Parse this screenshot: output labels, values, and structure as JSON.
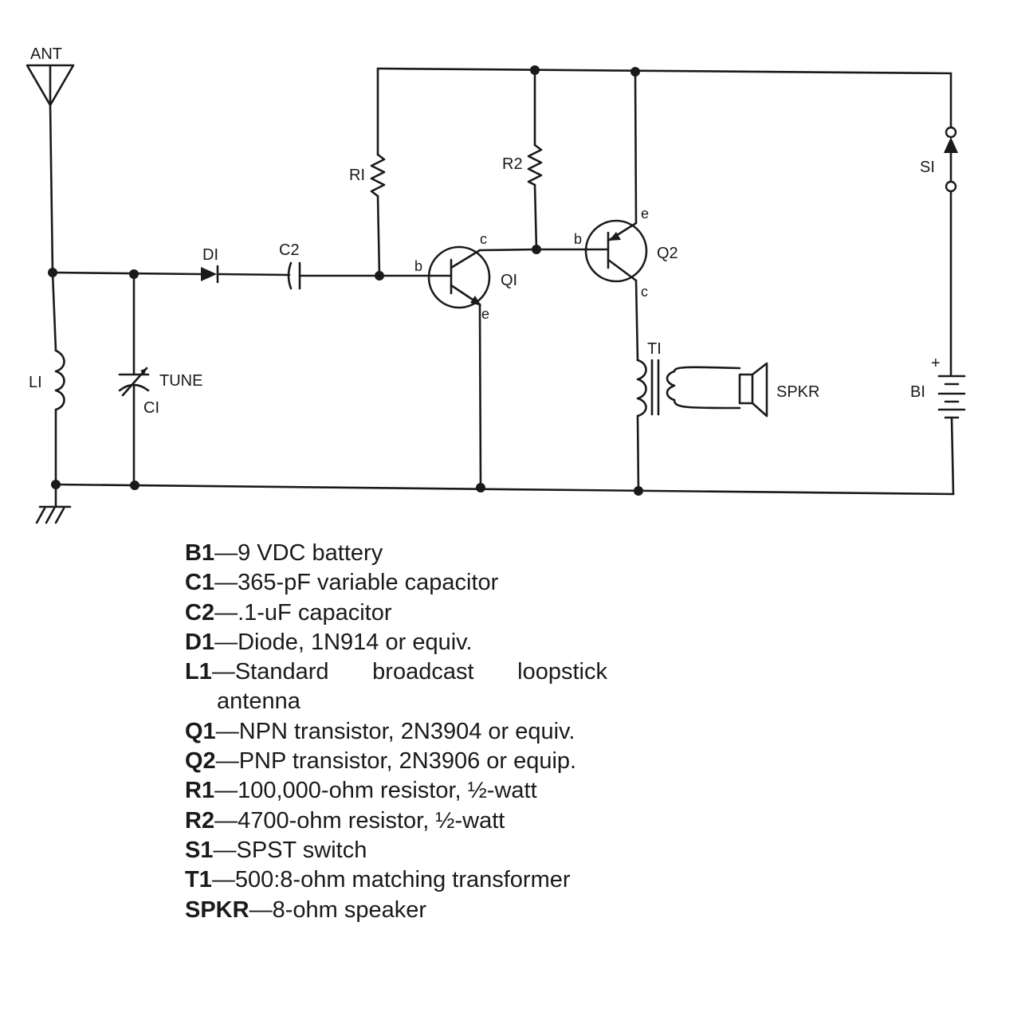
{
  "labels": {
    "ant": "ANT",
    "l1": "LI",
    "c1": "CI",
    "tune": "TUNE",
    "d1": "DI",
    "c2": "C2",
    "r1": "RI",
    "r2": "R2",
    "q1": "QI",
    "q2": "Q2",
    "t1": "TI",
    "spkr": "SPKR",
    "s1": "SI",
    "b1": "BI",
    "plus": "+",
    "b": "b",
    "c": "c",
    "e": "e"
  },
  "parts": [
    {
      "ref": "B1",
      "desc": "—9 VDC battery"
    },
    {
      "ref": "C1",
      "desc": "—365-pF variable capacitor"
    },
    {
      "ref": "C2",
      "desc": "—.1-uF capacitor"
    },
    {
      "ref": "D1",
      "desc": "—Diode, 1N914 or equiv."
    },
    {
      "ref": "L1",
      "desc": "—Standard broadcast loopstick antenna"
    },
    {
      "ref": "Q1",
      "desc": "—NPN transistor, 2N3904 or equiv."
    },
    {
      "ref": "Q2",
      "desc": "—PNP transistor, 2N3906 or equip."
    },
    {
      "ref": "R1",
      "desc": "—100,000-ohm resistor, ½-watt"
    },
    {
      "ref": "R2",
      "desc": "—4700-ohm resistor, ½-watt"
    },
    {
      "ref": "S1",
      "desc": "—SPST switch"
    },
    {
      "ref": "T1",
      "desc": "—500:8-ohm matching transformer"
    },
    {
      "ref": "SPKR",
      "desc": "—8-ohm speaker"
    }
  ]
}
